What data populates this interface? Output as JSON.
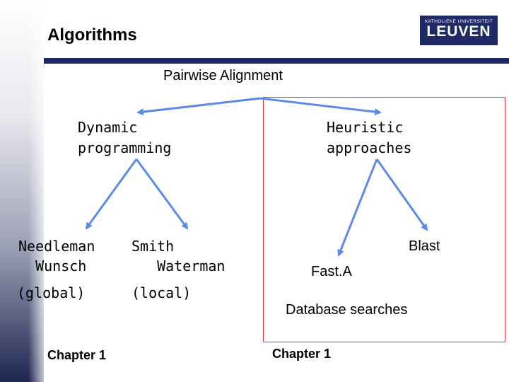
{
  "slide": {
    "title": "Algorithms",
    "logo": {
      "top_text": "KATHOLIEKE UNIVERSITEIT",
      "main_text": "LEUVEN"
    },
    "colors": {
      "rule": "#1f2a66",
      "arrow": "#5b8be8",
      "box_border": "#d13a3a"
    }
  },
  "diagram": {
    "root": "Pairwise Alignment",
    "dynamic": {
      "line1": "Dynamic",
      "line2": "programming"
    },
    "heuristic": {
      "line1": "Heuristic",
      "line2": "approaches"
    },
    "needleman": {
      "line1": "Needleman",
      "line2": "  Wunsch",
      "note": "(global)"
    },
    "smith": {
      "line1": "Smith",
      "line2": "   Waterman",
      "note": "(local)"
    },
    "blast": "Blast",
    "fasta": "Fast.A",
    "database": "Database searches",
    "chapter_left": "Chapter 1",
    "chapter_right": "Chapter 1"
  }
}
